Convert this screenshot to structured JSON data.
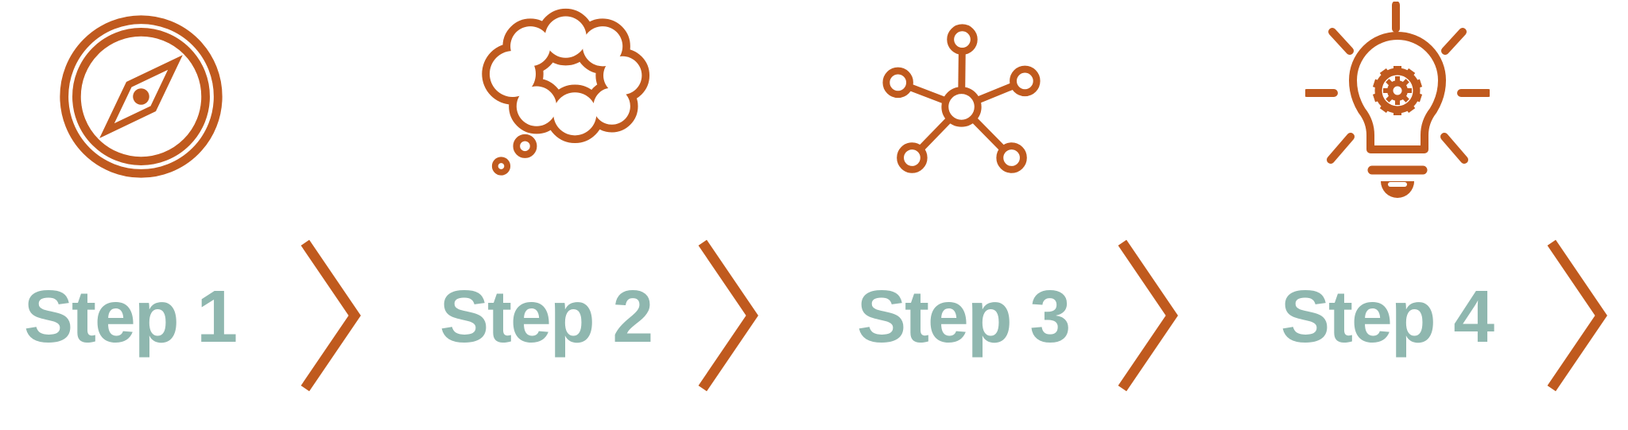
{
  "palette": {
    "accent_orange": "#C05A1E",
    "label_teal": "#8FB7AF",
    "background": "#FFFFFF"
  },
  "process": {
    "type": "horizontal-step-flow",
    "separator": "chevron-right-icon",
    "steps": [
      {
        "label": "Step 1",
        "icon": "compass-icon"
      },
      {
        "label": "Step 2",
        "icon": "thought-bubble-icon"
      },
      {
        "label": "Step 3",
        "icon": "network-hub-icon"
      },
      {
        "label": "Step 4",
        "icon": "lightbulb-gear-icon"
      }
    ]
  }
}
